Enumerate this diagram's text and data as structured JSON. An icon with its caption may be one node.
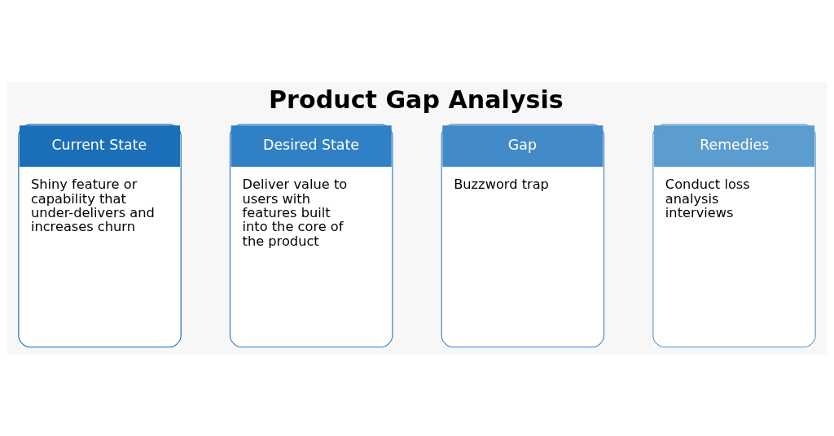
{
  "diagram": {
    "title": "Product Gap Analysis",
    "nodes": [
      {
        "text": [
          "Current State",
          "Shiny feature or capability that under-delivers and increases churn"
        ]
      },
      {
        "text": [
          "Desired State",
          "Deliver value to users with features built into the core of the product"
        ]
      },
      {
        "text": [
          "Gap",
          "Buzzword trap"
        ]
      },
      {
        "text": [
          "Remedies",
          "Conduct loss analysis interviews"
        ]
      }
    ]
  }
}
